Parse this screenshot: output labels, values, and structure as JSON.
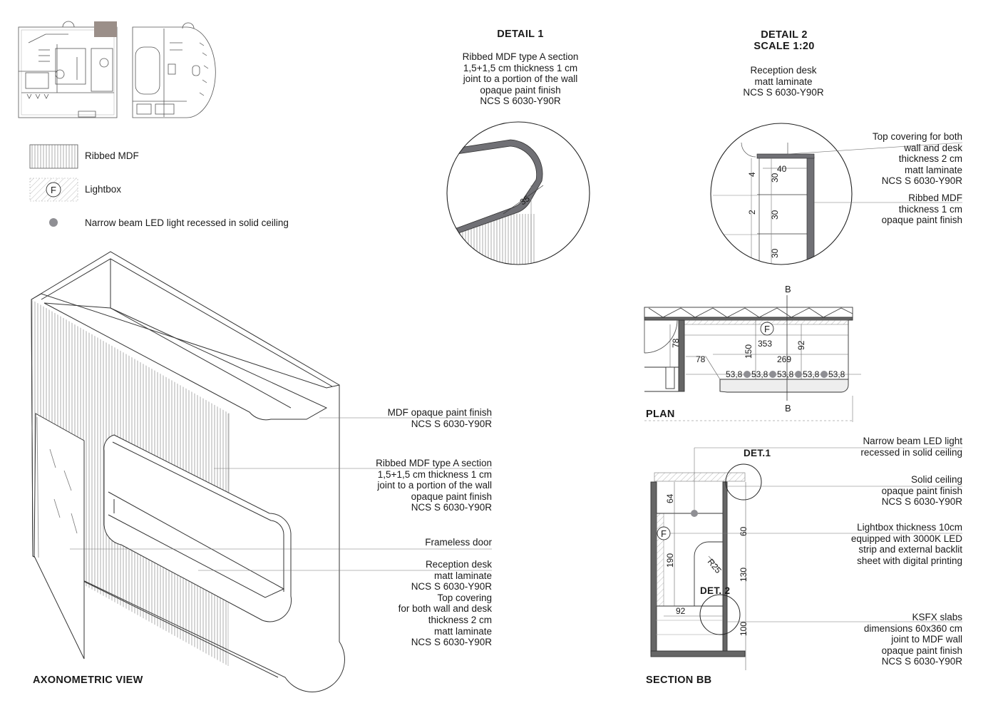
{
  "legend": {
    "ribbed": "Ribbed MDF",
    "lightbox": "Lightbox",
    "lightbox_symbol": "F",
    "led": "Narrow beam LED light recessed in solid ceiling"
  },
  "detail1": {
    "title": "DETAIL 1",
    "desc": [
      "Ribbed MDF type A section",
      "1,5+1,5 cm thickness 1 cm",
      "joint to a portion of the wall",
      "opaque paint finish",
      "NCS S 6030-Y90R"
    ],
    "dim": "35"
  },
  "detail2": {
    "title": "DETAIL 2",
    "scale": "SCALE 1:20",
    "desc": [
      "Reception desk",
      "matt laminate",
      "NCS S 6030-Y90R"
    ],
    "note1": [
      "Top covering for both",
      "wall and desk",
      "thickness 2 cm",
      "matt laminate",
      "NCS S 6030-Y90R"
    ],
    "note2": [
      "Ribbed MDF",
      "thickness 1 cm",
      "opaque paint finish"
    ],
    "dims": {
      "d40": "40",
      "d4": "4",
      "d30a": "30",
      "d2": "2",
      "d30b": "30",
      "d30c": "30"
    }
  },
  "axo": {
    "title": "AXONOMETRIC VIEW",
    "note1": [
      "MDF opaque paint finish",
      "NCS S 6030-Y90R"
    ],
    "note2": [
      "Ribbed MDF type A section",
      "1,5+1,5 cm thickness 1 cm",
      "joint to a portion of the wall",
      "opaque paint finish",
      "NCS S 6030-Y90R"
    ],
    "note3": [
      "Frameless door"
    ],
    "note4": [
      "Reception desk",
      "matt laminate",
      "NCS S 6030-Y90R",
      "Top covering",
      "for both wall and desk",
      "thickness 2 cm",
      "matt laminate",
      "NCS S 6030-Y90R"
    ]
  },
  "plan": {
    "title": "PLAN",
    "marker": "B",
    "symbol": "F",
    "dims": {
      "d78a": "78",
      "d78b": "78",
      "d150": "150",
      "d353": "353",
      "d92": "92",
      "d269": "269"
    },
    "spacing": [
      "53,8",
      "53,8",
      "53,8",
      "53,8",
      "53,8"
    ]
  },
  "section": {
    "title": "SECTION BB",
    "det1": "DET.1",
    "det2": "DET. 2",
    "symbol": "F",
    "dims": {
      "d64": "64",
      "d60": "60",
      "d190": "190",
      "r25": "R25",
      "d130": "130",
      "d92": "92",
      "d100": "100"
    },
    "note1": [
      "Narrow beam LED light",
      "recessed in solid ceiling"
    ],
    "note2": [
      "Solid ceiling",
      "opaque paint finish",
      "NCS S 6030-Y90R"
    ],
    "note3": [
      "Lightbox thickness 10cm",
      "equipped with 3000K  LED",
      "strip and external backlit",
      "sheet with digital printing"
    ],
    "note4": [
      "KSFX slabs",
      "dimensions 60x360 cm",
      "joint to MDF wall",
      "opaque paint finish",
      "NCS S 6030-Y90R"
    ]
  }
}
